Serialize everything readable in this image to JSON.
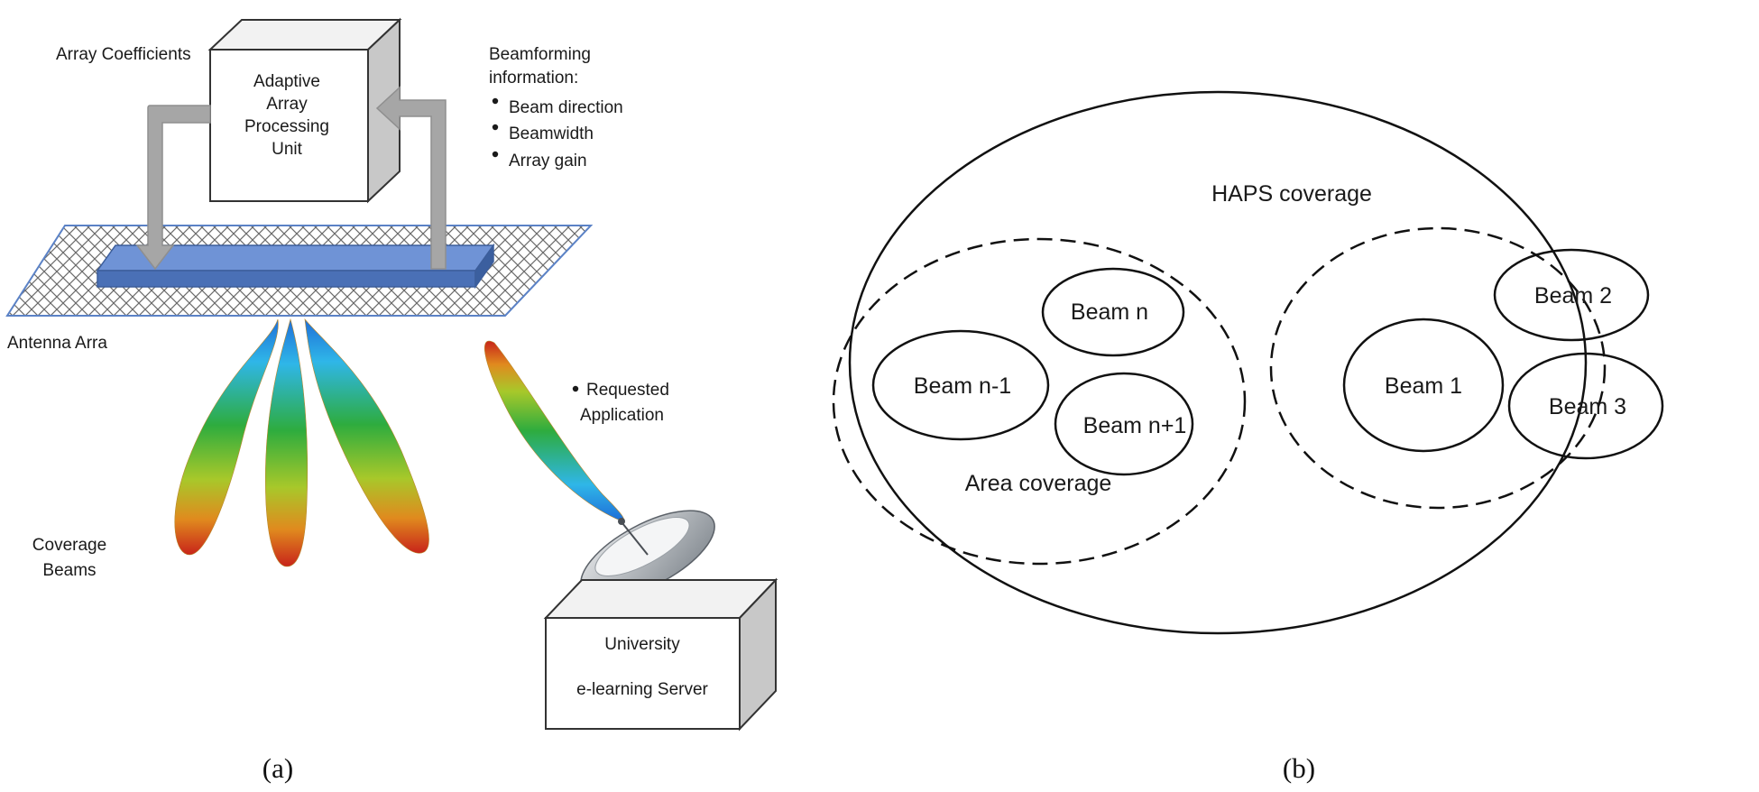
{
  "panel_a": {
    "processor_label": [
      "Adaptive",
      "Array",
      "Processing",
      "Unit"
    ],
    "array_coefficients": "Array Coefficients",
    "beamforming_title": [
      "Beamforming",
      "information:"
    ],
    "beamforming_items": [
      "Beam direction",
      "Beamwidth",
      "Array gain"
    ],
    "antenna_label": "Antenna Arra",
    "requested_application": [
      "Requested",
      "Application"
    ],
    "coverage_beams": [
      "Coverage",
      "Beams"
    ],
    "server_label": [
      "University",
      "e-learning Server"
    ],
    "caption": "(a)"
  },
  "panel_b": {
    "haps_coverage": "HAPS coverage",
    "area_coverage": "Area coverage",
    "beams_left": [
      "Beam n",
      "Beam n-1",
      "Beam n+1"
    ],
    "beams_right": [
      "Beam 2",
      "Beam 1",
      "Beam 3"
    ],
    "caption": "(b)"
  },
  "colors": {
    "beam_hot": "#c8241a",
    "beam_mid": "#2eac3e",
    "beam_cool": "#2fb6e8",
    "panel_blue": "#5b82c6",
    "arrow_gray": "#a6a6a6"
  }
}
